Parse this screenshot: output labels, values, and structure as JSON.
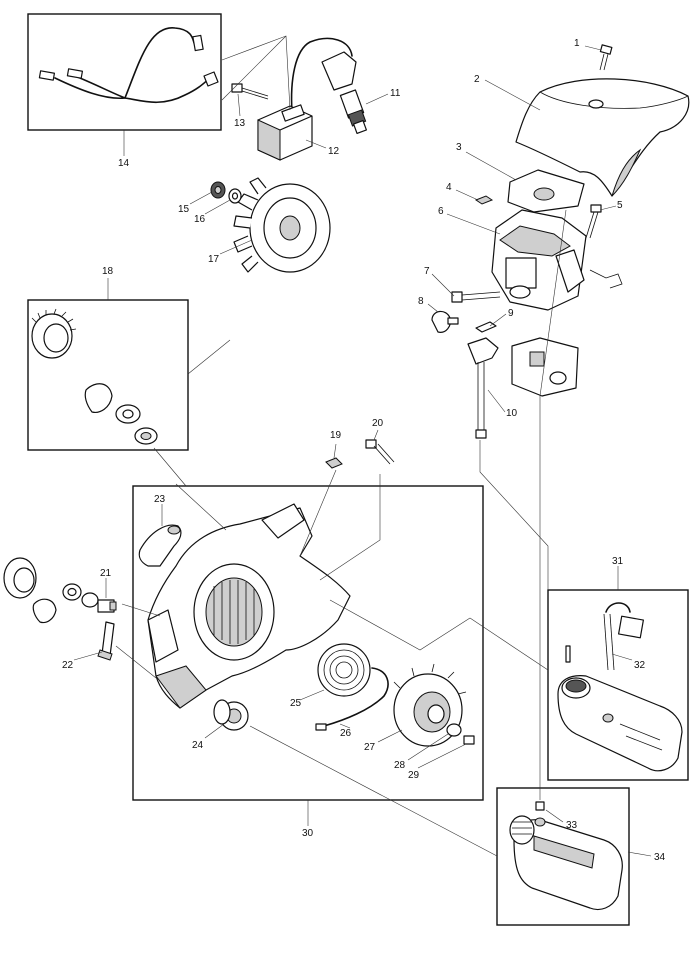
{
  "diagram": {
    "part_numbers": [
      "1",
      "2",
      "3",
      "4",
      "5",
      "6",
      "7",
      "8",
      "9",
      "10",
      "11",
      "12",
      "13",
      "14",
      "15",
      "16",
      "17",
      "18",
      "19",
      "20",
      "21",
      "22",
      "23",
      "24",
      "25",
      "26",
      "27",
      "28",
      "29",
      "30",
      "31",
      "32",
      "33",
      "34"
    ]
  },
  "colors": {
    "line": "#111111",
    "shade": "#cfcfcf",
    "background": "#ffffff"
  }
}
